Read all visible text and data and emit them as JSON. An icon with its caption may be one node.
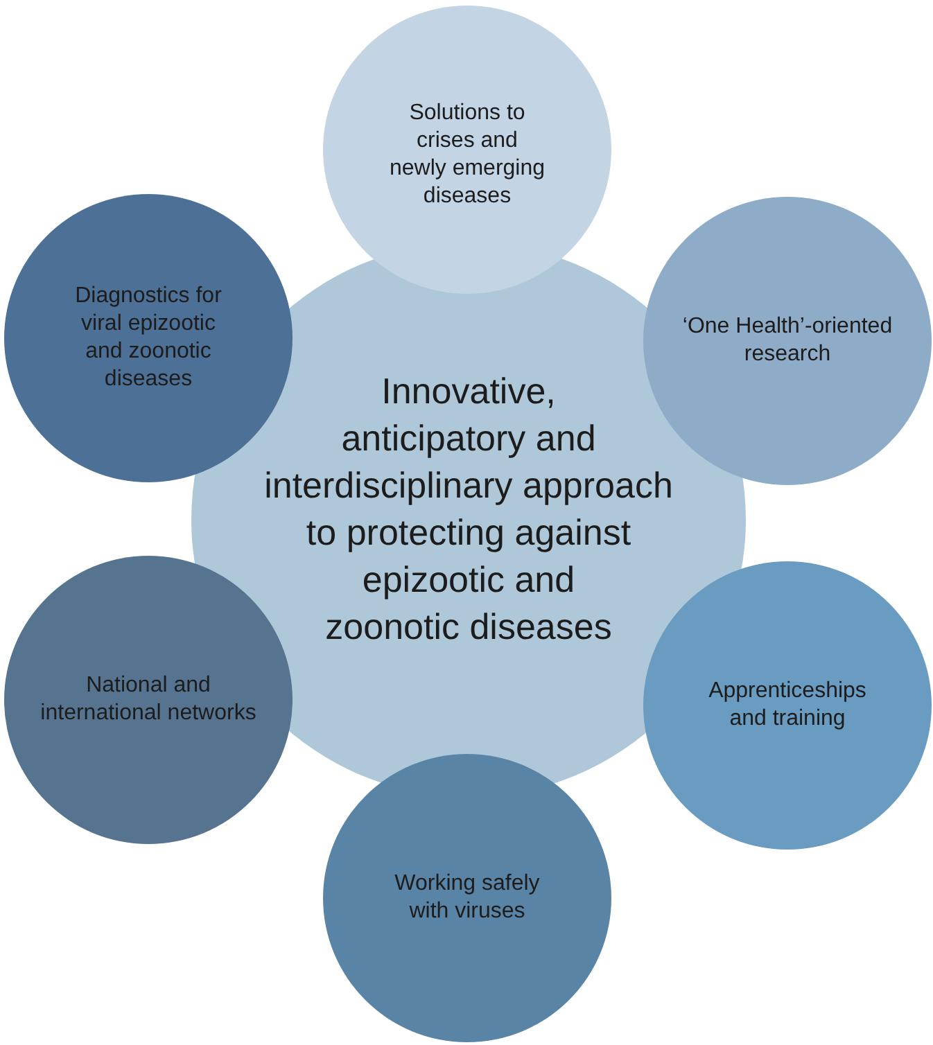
{
  "diagram": {
    "nodes": [
      {
        "text": [
          "Solutions to crises and newly emerging diseases"
        ]
      },
      {
        "text": [
          "Diagnostics for viral epizootic and zoonotic diseases"
        ]
      },
      {
        "text": [
          "‘One Health’-oriented research"
        ]
      },
      {
        "text": [
          "Innovative, anticipatory and interdisciplinary approach to protecting against epizootic and zoonotic diseases"
        ]
      },
      {
        "text": [
          "National and international networks"
        ]
      },
      {
        "text": [
          "Apprenticeships and training"
        ]
      },
      {
        "text": [
          "Working safely with viruses"
        ]
      }
    ]
  }
}
